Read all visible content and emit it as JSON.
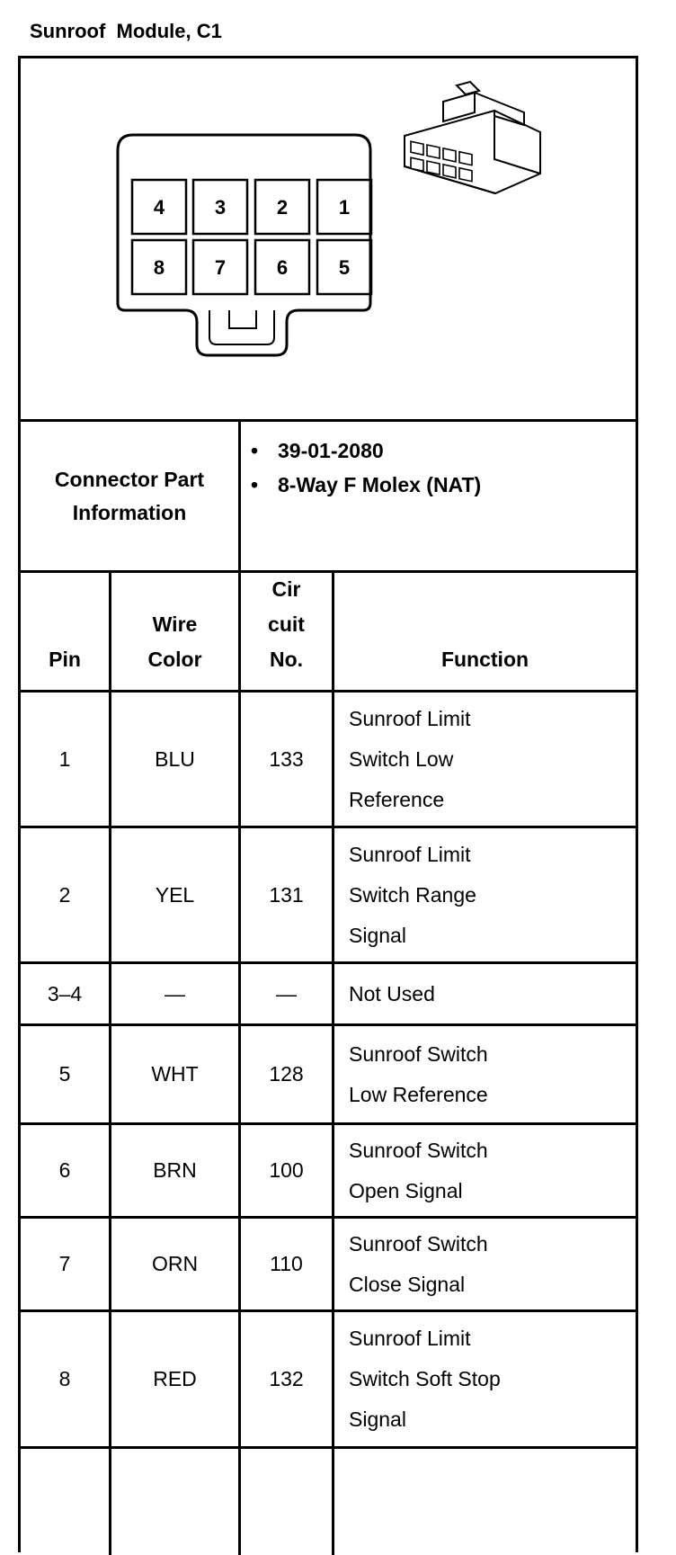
{
  "title": "Sunroof  Module, C1",
  "connector_face": {
    "top_row": [
      "4",
      "3",
      "2",
      "1"
    ],
    "bottom_row": [
      "8",
      "7",
      "6",
      "5"
    ]
  },
  "connector_info": {
    "label": "Connector Part Information",
    "items": [
      "39-01-2080",
      "8-Way F Molex (NAT)"
    ]
  },
  "table": {
    "headers": {
      "pin": "Pin",
      "wire_color": "Wire Color",
      "circuit": "Cir cuit No.",
      "function": "Function"
    },
    "rows": [
      {
        "pin": "1",
        "color": "BLU",
        "circuit": "133",
        "function": "Sunroof Limit Switch Low Reference"
      },
      {
        "pin": "2",
        "color": "YEL",
        "circuit": "131",
        "function": "Sunroof Limit Switch Range Signal"
      },
      {
        "pin": "3–4",
        "color": "—",
        "circuit": "—",
        "function": "Not Used"
      },
      {
        "pin": "5",
        "color": "WHT",
        "circuit": "128",
        "function": "Sunroof Switch Low Reference"
      },
      {
        "pin": "6",
        "color": "BRN",
        "circuit": "100",
        "function": "Sunroof Switch Open Signal"
      },
      {
        "pin": "7",
        "color": "ORN",
        "circuit": "110",
        "function": "Sunroof Switch Close Signal"
      },
      {
        "pin": "8",
        "color": "RED",
        "circuit": "132",
        "function": "Sunroof Limit Switch Soft Stop Signal"
      }
    ]
  }
}
